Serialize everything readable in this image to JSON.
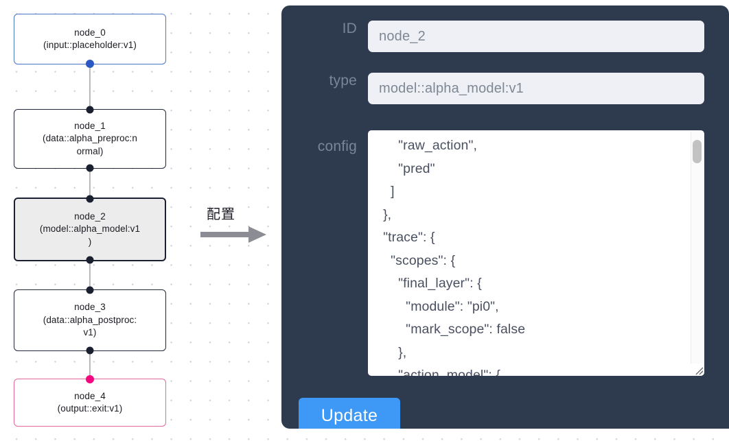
{
  "canvas": {
    "nodes": [
      {
        "id": "node-0",
        "label": "node_0\n(input::placeholder:v1)",
        "state": "input",
        "accent": "#4a74c9"
      },
      {
        "id": "node-1",
        "label": "node_1\n(data::alpha_preproc:n\normal)",
        "state": "default",
        "accent": "#222738"
      },
      {
        "id": "node-2",
        "label": "node_2\n(model::alpha_model:v1\n)",
        "state": "selected",
        "accent": "#1b2030"
      },
      {
        "id": "node-3",
        "label": "node_3\n(data::alpha_postproc:\nv1)",
        "state": "default",
        "accent": "#222738"
      },
      {
        "id": "node-4",
        "label": "node_4\n(output::exit:v1)",
        "state": "output",
        "accent": "#e2679f"
      }
    ],
    "edges": [
      {
        "from": "node_0",
        "to": "node_1"
      },
      {
        "from": "node_1",
        "to": "node_2"
      },
      {
        "from": "node_2",
        "to": "node_3"
      },
      {
        "from": "node_3",
        "to": "node_4"
      }
    ]
  },
  "arrow": {
    "label": "配置",
    "color": "#8c8c94"
  },
  "panel": {
    "background": "#2e3a4e",
    "fields": {
      "id": {
        "label": "ID",
        "value": "node_2"
      },
      "type": {
        "label": "type",
        "value": "model::alpha_model:v1"
      },
      "config": {
        "label": "config",
        "value": "        \"raw_action\",\n        \"pred\"\n      ]\n    },\n    \"trace\": {\n      \"scopes\": {\n        \"final_layer\": {\n          \"module\": \"pi0\",\n          \"mark_scope\": false\n        },\n        \"action_model\": {"
      }
    },
    "update_button": {
      "label": "Update",
      "color": "#3d99f5"
    }
  }
}
